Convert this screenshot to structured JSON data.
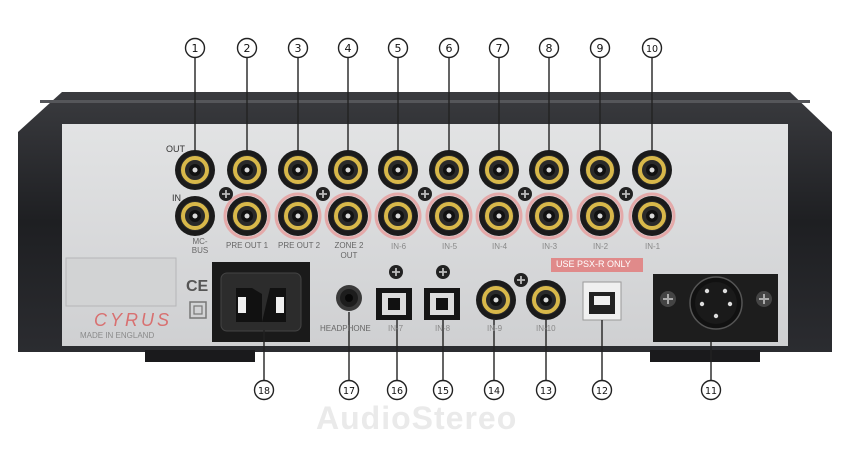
{
  "callouts_top": [
    "1",
    "2",
    "3",
    "4",
    "5",
    "6",
    "7",
    "8",
    "9",
    "10"
  ],
  "callouts_bottom": [
    "18",
    "17",
    "16",
    "15",
    "14",
    "13",
    "12",
    "11"
  ],
  "row_labels": {
    "out": "OUT",
    "in": "IN"
  },
  "input_labels": [
    "MC-BUS",
    "PRE OUT 1",
    "PRE OUT 2",
    "ZONE 2 OUT",
    "IN-6",
    "IN-5",
    "IN-4",
    "IN-3",
    "IN-2",
    "IN-1"
  ],
  "lower_labels": {
    "headphone": "HEADPHONE",
    "optical_in7": "IN-7",
    "optical_in8": "IN-8",
    "coax_in9": "IN-9",
    "coax_in10": "IN-10",
    "psx": "USE PSX-R ONLY"
  },
  "brand": {
    "logo": "CYRUS",
    "made_in": "MADE IN ENGLAND",
    "ce": "CE"
  },
  "watermark": "AudioStereo",
  "colors": {
    "chassis": "#222326",
    "panel": "#d9dadb",
    "gold": "#d8b84a",
    "red_ring": "#e4a9a9",
    "psx_bg": "#e08a8a",
    "logo": "#d87070"
  }
}
